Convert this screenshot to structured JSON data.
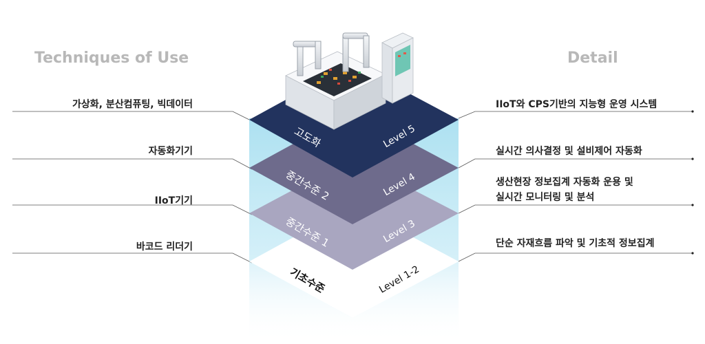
{
  "headings": {
    "left": "Techniques of Use",
    "right": "Detail"
  },
  "left_items": [
    "가상화, 분산컴퓨팅, 빅데이터",
    "자동화기기",
    "IIoT기기",
    "바코드 리더기"
  ],
  "right_items": [
    "IIoT와 CPS기반의 지능형 운영 시스템",
    "실시간 의사결정 및 설비제어 자동화",
    "생산현장 정보집계 자동화 운용 및",
    "실시간 모니터링 및 분석",
    "단순 자재흐름 파악 및 기초적 정보집계"
  ],
  "layers": [
    {
      "name": "고도화",
      "level": "Level 5",
      "color": "#22335e",
      "text_color": "#ffffff"
    },
    {
      "name": "중간수준 2",
      "level": "Level 4",
      "color": "#6e6b8c",
      "text_color": "#ffffff"
    },
    {
      "name": "중간수준 1",
      "level": "Level 3",
      "color": "#a9a6c0",
      "text_color": "#ffffff"
    },
    {
      "name": "기초수준",
      "level": "Level 1-2",
      "color": "#ffffff",
      "text_color": "#111111"
    }
  ],
  "colors": {
    "glow": "#a8dff0",
    "heading": "#b8b8b8",
    "line": "#555555"
  }
}
